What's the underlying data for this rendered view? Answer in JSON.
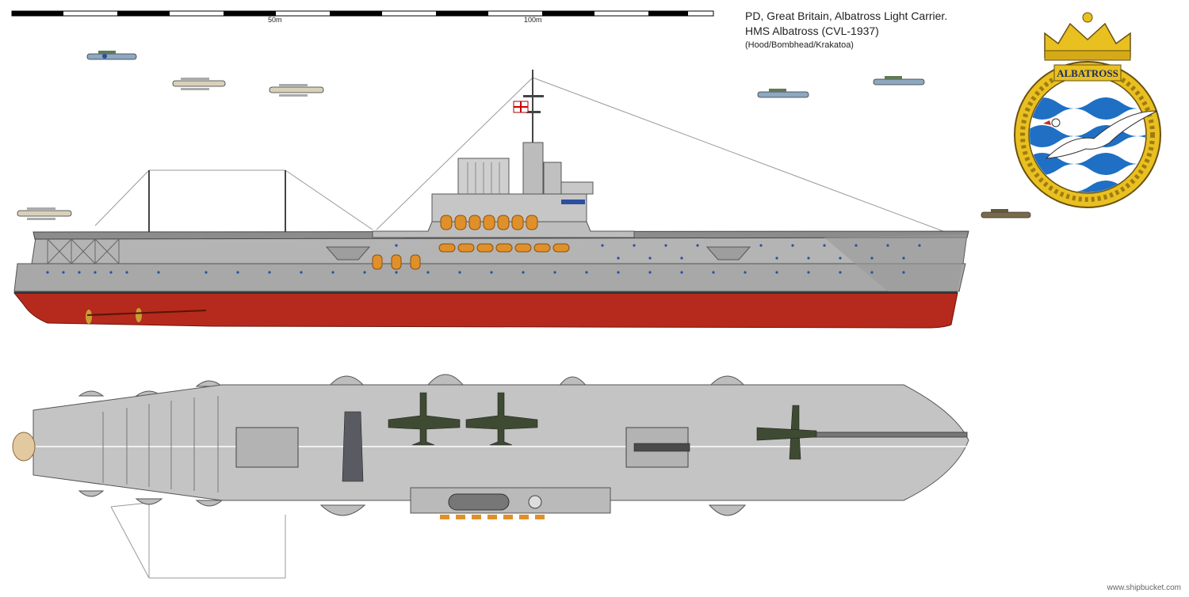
{
  "header": {
    "title_line1": "PD, Great Britain, Albatross Light Carrier.",
    "title_line2": "HMS Albatross (CVL-1937)",
    "title_line3": "(Hood/Bombhead/Krakatoa)"
  },
  "scale_bar": {
    "label_50": "50m",
    "label_100": "100m"
  },
  "badge": {
    "name": "ALBATROSS"
  },
  "credit": "www.shipbucket.com",
  "colors": {
    "hull_grey": "#a8a8a8",
    "deck_grey": "#c4c4c4",
    "antifouling_red": "#b52a1c",
    "badge_gold": "#e8c020",
    "badge_blue": "#1f6fc4",
    "porthole_blue": "#2a4fa0",
    "boat_orange": "#e0902a"
  },
  "icons": {
    "ensign": "white-ensign-flag-icon",
    "badge": "ship-crest-icon",
    "aircraft": "biplane-icon"
  }
}
